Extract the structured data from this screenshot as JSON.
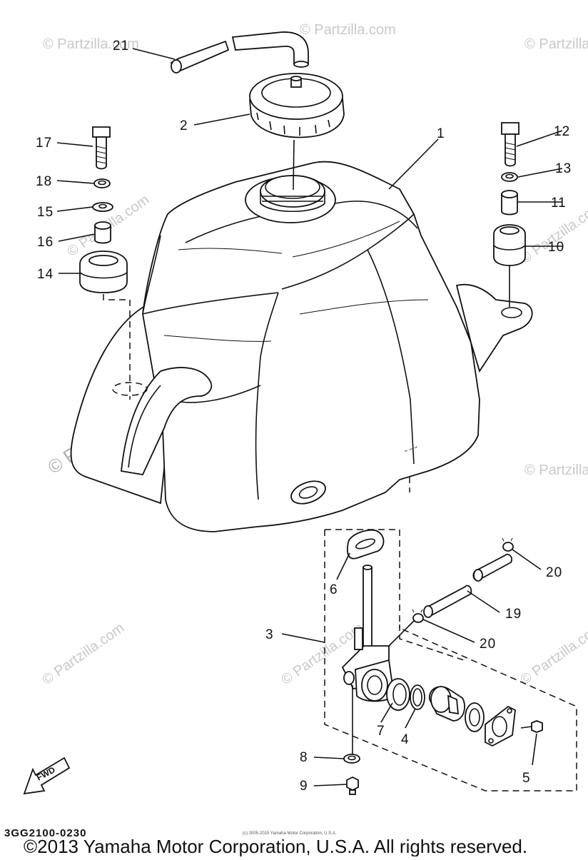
{
  "watermark": "© Partzilla.com",
  "diagram_code": "3GG2100-0230",
  "copyright": "©2013 Yamaha Motor Corporation, U.S.A. All rights reserved.",
  "small_copyright": "(c) 2005-2015 Yamaha Motor Corporation, U.S.A.",
  "fwd_label": "FWD",
  "callouts": {
    "p1": "1",
    "p2": "2",
    "p3": "3",
    "p4": "4",
    "p5": "5",
    "p6": "6",
    "p7": "7",
    "p8": "8",
    "p9": "9",
    "p10": "10",
    "p11": "11",
    "p12": "12",
    "p13": "13",
    "p14": "14",
    "p15": "15",
    "p16": "16",
    "p17": "17",
    "p18": "18",
    "p19": "19",
    "p20a": "20",
    "p20b": "20",
    "p21": "21"
  }
}
